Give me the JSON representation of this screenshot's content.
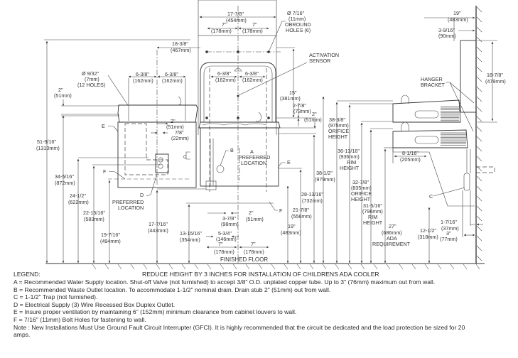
{
  "front_view": {
    "overall_width": "17-7/8\"",
    "overall_width_mm": "(454mm)",
    "half_left": "7\"",
    "half_left_mm": "(178mm)",
    "half_right": "7\"",
    "half_right_mm": "(178mm)",
    "obround_holes": [
      "Ø 7/16\"",
      "(11mm)",
      "OBROUND",
      "HOLES (6)"
    ],
    "activation_sensor": [
      "ACTIVATION",
      "SENSOR"
    ],
    "bowl_left_offset": "6-3/8\"",
    "bowl_left_offset_mm": "(162mm)",
    "bowl_right_offset": "6-3/8\"",
    "bowl_right_offset_mm": "(162mm)",
    "sensor_height": "15\"",
    "sensor_height_mm": "(381mm)",
    "rim_drop": "2-7/8\"",
    "rim_drop_mm": "(73mm)",
    "bowl_lip": "2\"",
    "bowl_lip_mm": "(51mm)",
    "preferred_location_a": [
      "A",
      "PREFERRED",
      "LOCATION"
    ],
    "label_b": "B",
    "label_e": "E",
    "label_f": "F",
    "label_c": "C",
    "waste_offset": "3-7/8\"",
    "waste_offset_mm": "(98mm)",
    "supply_offset": "5-3/4\"",
    "supply_offset_mm": "(146mm)",
    "center_offset": "2\"",
    "center_offset_mm": "(51mm)",
    "bottom_left": "7\"",
    "bottom_left_mm": "(178mm)",
    "bottom_right": "7\"",
    "bottom_right_mm": "(178mm)",
    "finished_floor": "FINISHED FLOOR",
    "h_13_15_16": "13-15/16\"",
    "h_13_15_16_mm": "(354mm)",
    "h_19": "19\"",
    "h_19_mm": "(483mm)",
    "h_21_7_8": "21-7/8\"",
    "h_21_7_8_mm": "(556mm)",
    "h_28_13_16": "28-13/16\"",
    "h_28_13_16_mm": "(732mm)",
    "h_38_1_2": "38-1/2\"",
    "h_38_1_2_mm": "(979mm)"
  },
  "left_view": {
    "total_height": "51-9/16\"",
    "total_height_mm": "(1310mm)",
    "center_span": "18-3/8\"",
    "center_span_mm": "(467mm)",
    "bolt_holes": [
      "Ø 9/32\"",
      "(7mm)",
      "(12 HOLES)"
    ],
    "bowl_left_offset": "6-3/8\"",
    "bowl_left_offset_mm": "(162mm)",
    "bowl_right_offset": "6-3/8\"",
    "bowl_right_offset_mm": "(162mm)",
    "lip": "2\"",
    "lip_mm": "(51mm)",
    "inner_2": "2\"",
    "inner_2_mm": "(51mm)",
    "inner_7_8": "7/8\"",
    "inner_7_8_mm": "(22mm)",
    "label_e": "E",
    "label_f": "F",
    "label_d": "D",
    "preferred_location_d": [
      "PREFERRED",
      "LOCATION"
    ],
    "h_34_5_16": "34-5/16\"",
    "h_34_5_16_mm": "(872mm)",
    "h_24_1_2": "24-1/2\"",
    "h_24_1_2_mm": "(622mm)",
    "h_22_15_16": "22-15/16\"",
    "h_22_15_16_mm": "(583mm)",
    "h_19_7_16": "19-7/16\"",
    "h_19_7_16_mm": "(494mm)",
    "h_17_7_16": "17-7/16\"",
    "h_17_7_16_mm": "(443mm)"
  },
  "side_view": {
    "depth": "19\"",
    "depth_mm": "(483mm)",
    "wall_gap": "3-9/16\"",
    "wall_gap_mm": "(90mm)",
    "bracket_height": "18-7/8\"",
    "bracket_height_mm": "(479mm)",
    "hanger_bracket": [
      "HANGER",
      "BRACKET"
    ],
    "orifice_38": [
      "38-3/8\"",
      "(975mm)",
      "ORIFICE",
      "HEIGHT"
    ],
    "rim_36": [
      "36-13/16\"",
      "(936mm)",
      "RIM",
      "HEIGHT"
    ],
    "orifice_32": [
      "32-7/8\"",
      "(835mm)",
      "ORIFICE",
      "HEIGHT"
    ],
    "rim_31": [
      "31-5/16\"",
      "(796mm)",
      "RIM",
      "HEIGHT"
    ],
    "ada_27": [
      "27\"",
      "(686mm)",
      "ADA",
      "REQUIREMENT"
    ],
    "projection": "8-1/16\"",
    "projection_mm": "(205mm)",
    "label_c": "C",
    "trap_offset": "1-7/16\"",
    "trap_offset_mm": "(37mm)",
    "supply_out": "3\"",
    "supply_out_mm": "(77mm)",
    "bottom_height": "12-1/2\"",
    "bottom_height_mm": "(318mm)"
  },
  "legend": {
    "heading": "LEGEND:",
    "reduce_note": "REDUCE HEIGHT BY 3 INCHES FOR INSTALLATION OF CHILDRENS ADA COOLER",
    "items": [
      "A = Recommended Water Supply location. Shut-off Valve (not furnished) to accept 3/8\" O.D. unplated copper tube. Up to 3\" (76mm) maximum out from wall.",
      "B = Recommended Waste Outlet location. To accommodate 1-1/2\" nominal drain. Drain stub 2\" (51mm) out from wall.",
      "C = 1-1/2\" Trap (not furnished).",
      "D = Electrical Supply (3) Wire Recessed Box Duplex Outlet.",
      "E = Insure proper ventilation by maintaining 6\" (152mm) minimum clearance from cabinet louvers to wall.",
      "F = 7/16\" (11mm) Bolt Holes for fastening to wall."
    ],
    "note": "Note : New Installations Must Use Ground Fault Circuit Interrupter (GFCI). It is highly recommended that the circuit be dedicated and the load protection be sized for 20 amps."
  }
}
